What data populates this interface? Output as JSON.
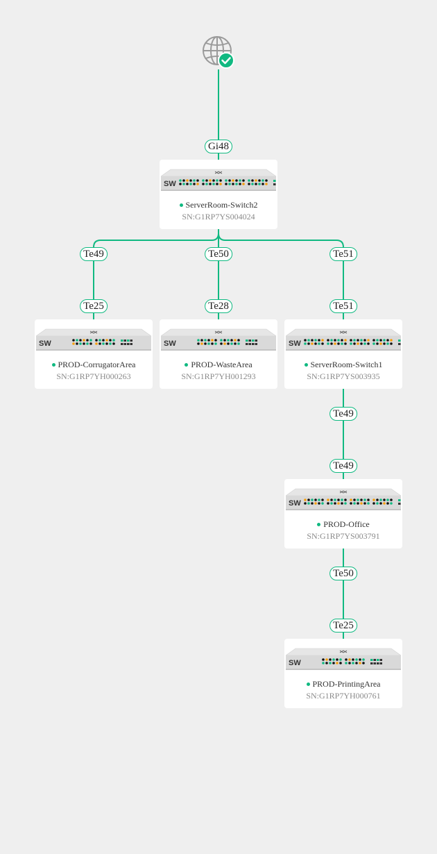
{
  "colors": {
    "link": "#10b981",
    "online": "#10b981",
    "background": "#efefef"
  },
  "internet": {
    "icon": "globe-icon",
    "status_icon": "check-circle-icon"
  },
  "device_type_label": "SW",
  "root_uplink": {
    "port": "Gi48"
  },
  "devices": [
    {
      "name": "ServerRoom-Switch2",
      "sn": "SN:G1RP7YS004024",
      "status": "online"
    },
    {
      "name": "PROD-CorrugatorArea",
      "sn": "SN:G1RP7YH000263",
      "status": "online"
    },
    {
      "name": "PROD-WasteArea",
      "sn": "SN:G1RP7YH001293",
      "status": "online"
    },
    {
      "name": "ServerRoom-Switch1",
      "sn": "SN:G1RP7YS003935",
      "status": "online"
    },
    {
      "name": "PROD-Office",
      "sn": "SN:G1RP7YS003791",
      "status": "online"
    },
    {
      "name": "PROD-PrintingArea",
      "sn": "SN:G1RP7YH000761",
      "status": "online"
    }
  ],
  "links": [
    {
      "parent_port": "Te49",
      "child_port": "Te25"
    },
    {
      "parent_port": "Te50",
      "child_port": "Te28"
    },
    {
      "parent_port": "Te51",
      "child_port": "Te51"
    },
    {
      "parent_port": "Te49",
      "child_port": "Te49"
    },
    {
      "parent_port": "Te50",
      "child_port": "Te25"
    }
  ]
}
